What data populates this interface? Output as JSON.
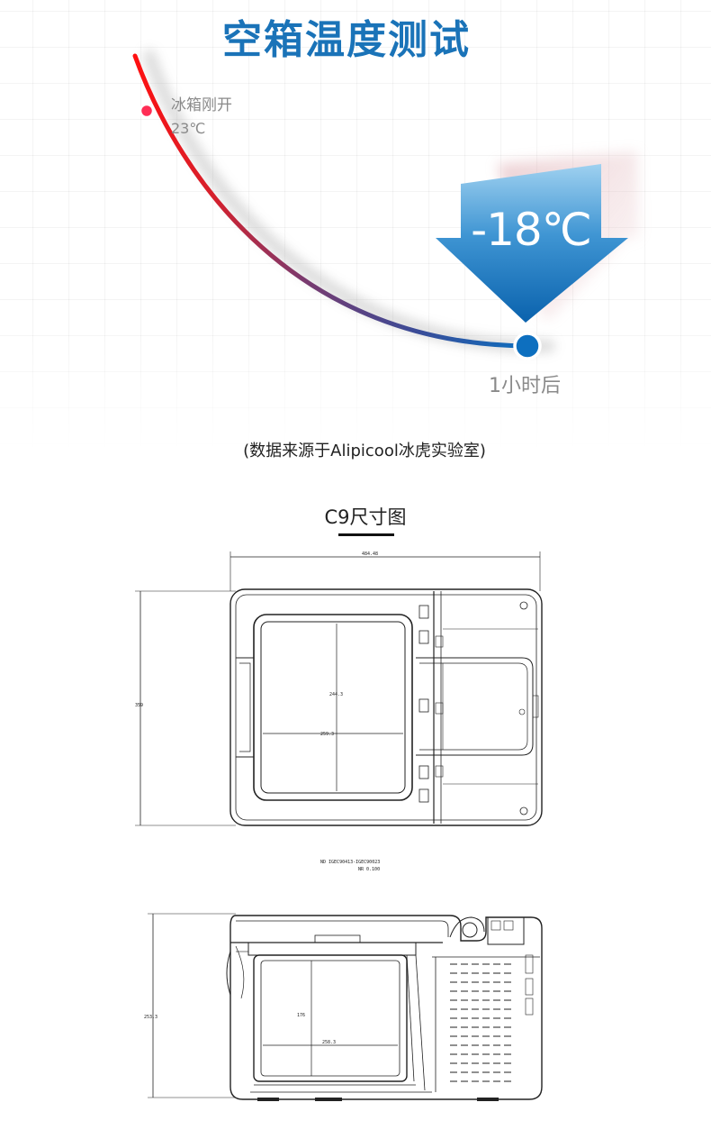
{
  "header": {
    "title": "空箱温度测试"
  },
  "curve": {
    "start_label": "冰箱刚开",
    "start_temp": "23℃",
    "end_label": "1小时后",
    "target_temp": "-18℃",
    "colors": {
      "hot": "#e81d1d",
      "cold": "#0d6fbf",
      "arrow_light": "#8fc8ec",
      "arrow_dark": "#0c6db8"
    }
  },
  "source_note": "(数据来源于Alipicool冰虎实验室)",
  "dimension": {
    "title": "C9尺寸图",
    "top_view": {
      "overall_width": "484.48",
      "overall_height": "359",
      "inner_height": "244.3",
      "inner_width": "259.3"
    },
    "notes": {
      "line1": "ND  IGEC90413-IGEC90023",
      "line2": "NR  0.100"
    },
    "side_view": {
      "overall_height": "253.3",
      "inner_height": "176",
      "inner_width": "258.3"
    }
  }
}
